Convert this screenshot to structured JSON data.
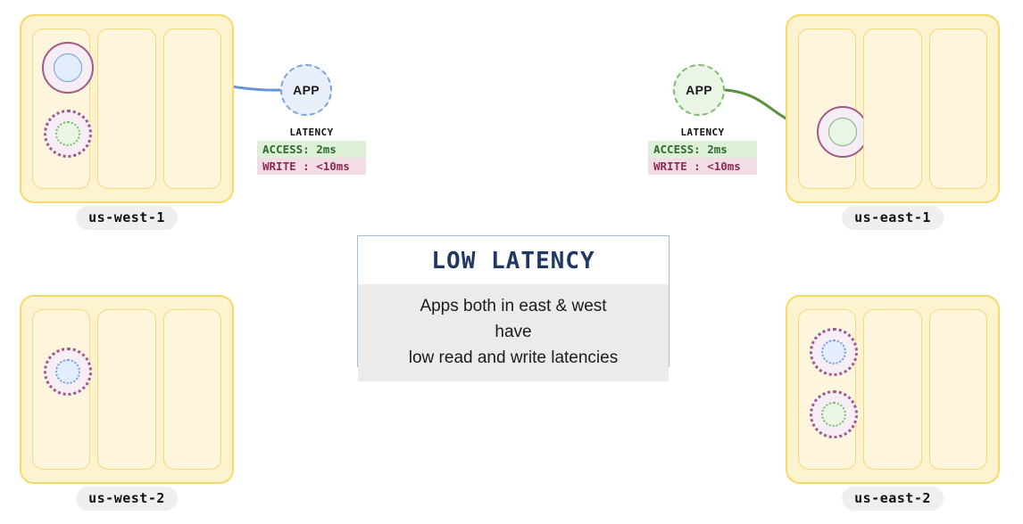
{
  "regions": [
    {
      "id": "us-west-1",
      "label": "us-west-1",
      "nodes": [
        {
          "kind": "solid",
          "core": "blue"
        },
        {
          "kind": "dotted",
          "core": "green"
        }
      ]
    },
    {
      "id": "us-east-1",
      "label": "us-east-1",
      "nodes": [
        {
          "kind": "solid",
          "core": "green"
        }
      ]
    },
    {
      "id": "us-west-2",
      "label": "us-west-2",
      "nodes": [
        {
          "kind": "dotted",
          "core": "blue"
        }
      ]
    },
    {
      "id": "us-east-2",
      "label": "us-east-2",
      "nodes": [
        {
          "kind": "dotted",
          "core": "blue"
        },
        {
          "kind": "dotted",
          "core": "green"
        }
      ]
    }
  ],
  "apps": {
    "west": {
      "label": "APP",
      "color": "#7aa3df"
    },
    "east": {
      "label": "APP",
      "color": "#7fbb72"
    }
  },
  "latency_west": {
    "caption": "LATENCY",
    "access_label": "ACCESS: 2ms",
    "write_label": "WRITE : <10ms"
  },
  "latency_east": {
    "caption": "LATENCY",
    "access_label": "ACCESS: 2ms",
    "write_label": "WRITE : <10ms"
  },
  "info": {
    "title": "LOW LATENCY",
    "line1": "Apps both in east & west",
    "line2": "have",
    "line3": "low read and write latencies"
  },
  "colors": {
    "region_border": "#f5d96a",
    "region_fill": "#fdf3cf",
    "ring_purple": "#a05a86",
    "core_blue": "#6f9fe0",
    "core_green": "#7bb772",
    "arrow_blue": "#6a93d4",
    "arrow_green": "#5a8f3d",
    "title_navy": "#1f3864",
    "access_bg": "#dff0d8",
    "write_bg": "#f2dde6"
  }
}
